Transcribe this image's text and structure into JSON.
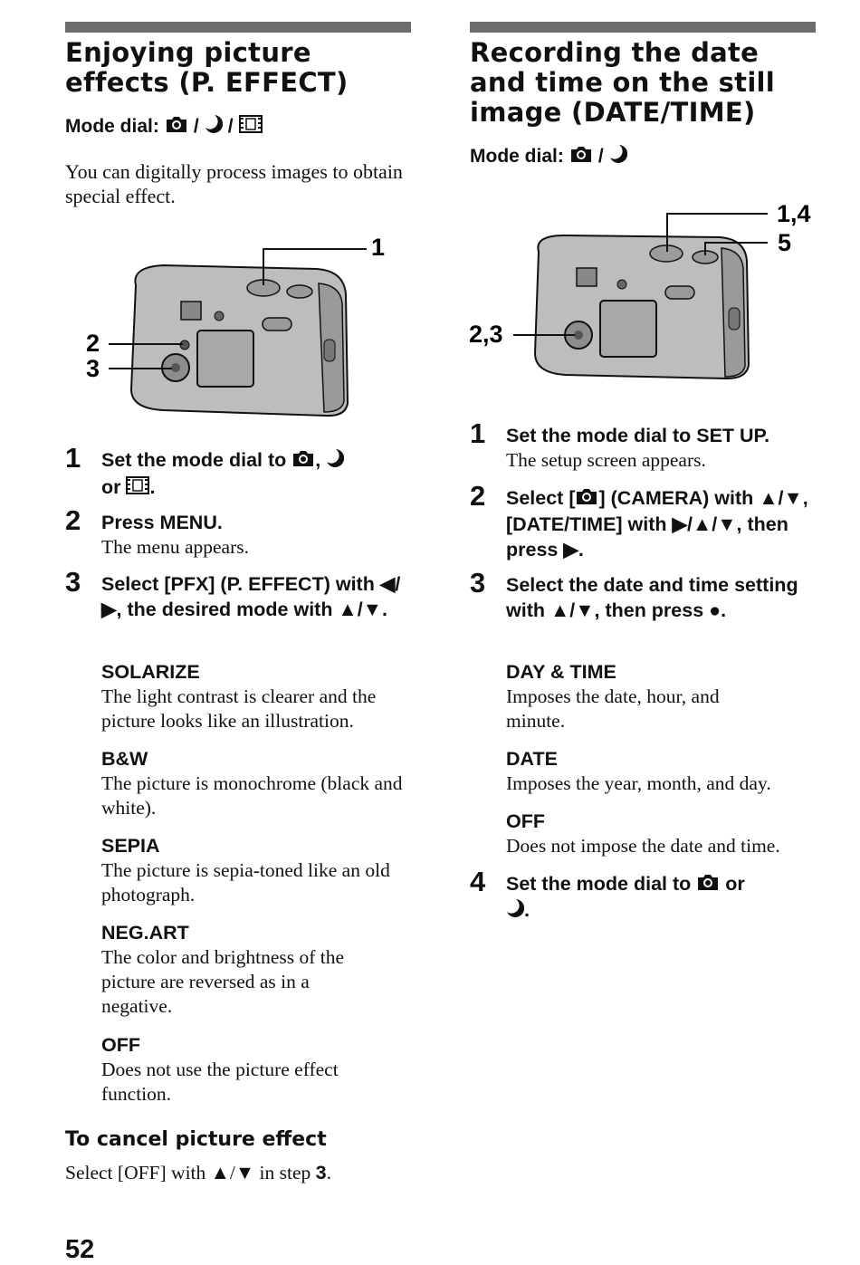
{
  "left": {
    "title_line1": "Enjoying picture",
    "title_line2": "effects (P. EFFECT)",
    "mode_label": "Mode dial:",
    "mode_sep1": "/",
    "mode_sep2": "/",
    "intro": "You can digitally process images to obtain special effect.",
    "callouts": {
      "c1": "1",
      "c2": "2",
      "c3": "3"
    },
    "steps": [
      {
        "num": "1",
        "text_a": "Set the mode dial to",
        "text_b": ",",
        "text_c": "or",
        "text_d": "."
      },
      {
        "num": "2",
        "text": "Press MENU.",
        "sub": "The menu appears."
      },
      {
        "num": "3",
        "text": "Select [PFX] (P. EFFECT) with ◀/▶, the desired mode with ▲/▼."
      }
    ],
    "options": [
      {
        "name": "SOLARIZE",
        "desc": "The light contrast is clearer and the picture looks like an illustration."
      },
      {
        "name": "B&W",
        "desc": "The picture is monochrome (black and white)."
      },
      {
        "name": "SEPIA",
        "desc": "The picture is sepia-toned like an old photograph."
      },
      {
        "name": "NEG.ART",
        "desc": "The color and brightness of the picture are reversed as in a negative."
      },
      {
        "name": "OFF",
        "desc": "Does not use the picture effect function."
      }
    ],
    "cancel_title": "To cancel picture effect",
    "cancel_text_a": "Select [OFF] with ▲/▼ in step",
    "cancel_text_b": "3",
    "cancel_text_c": "."
  },
  "right": {
    "title_line1": "Recording the date",
    "title_line2": "and time on the still",
    "title_line3": "image (DATE/TIME)",
    "mode_label": "Mode dial:",
    "mode_sep1": "/",
    "callouts": {
      "c14": "1,4",
      "c5": "5",
      "c23": "2,3"
    },
    "steps": [
      {
        "num": "1",
        "text": "Set the mode dial to SET UP.",
        "sub": "The setup screen appears."
      },
      {
        "num": "2",
        "text_a": "Select [",
        "text_b": "] (CAMERA) with ▲/▼, [DATE/TIME] with ▶/▲/▼, then press ▶."
      },
      {
        "num": "3",
        "text": "Select the date and time setting with ▲/▼, then press ●."
      },
      {
        "num": "4",
        "text_a": "Set the mode dial to",
        "text_b": "or",
        "text_c": "."
      }
    ],
    "options": [
      {
        "name": "DAY & TIME",
        "desc": "Imposes the date, hour, and minute."
      },
      {
        "name": "DATE",
        "desc": "Imposes the year, month, and day."
      },
      {
        "name": "OFF",
        "desc": "Does not impose the date and time."
      }
    ]
  },
  "page_number": "52"
}
